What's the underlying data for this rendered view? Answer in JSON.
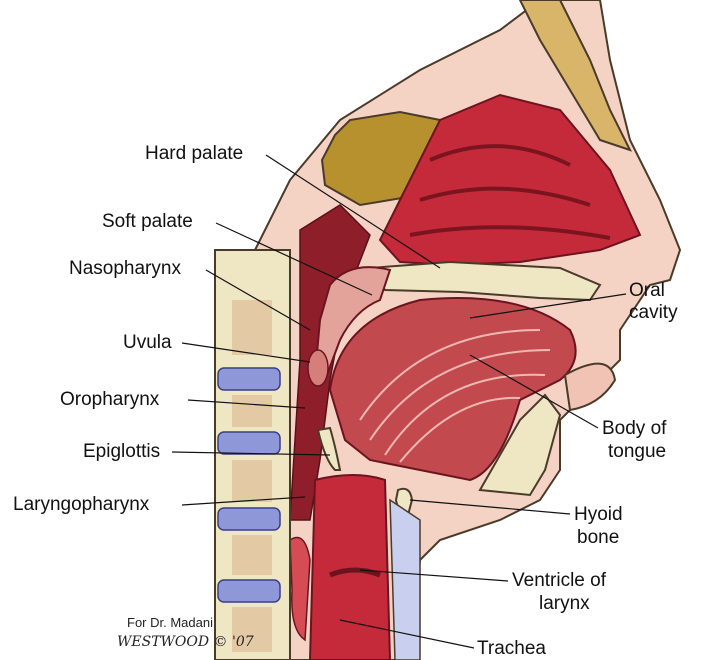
{
  "labels": {
    "hard_palate": "Hard palate",
    "soft_palate": "Soft palate",
    "nasopharynx": "Nasopharynx",
    "uvula": "Uvula",
    "oropharynx": "Oropharynx",
    "epiglottis": "Epiglottis",
    "laryngopharynx": "Laryngopharynx",
    "oral_cavity_1": "Oral",
    "oral_cavity_2": "cavity",
    "body_of_tongue_1": "Body of",
    "body_of_tongue_2": "tongue",
    "hyoid_bone_1": "Hyoid",
    "hyoid_bone_2": "bone",
    "ventricle_of_larynx_1": "Ventricle of",
    "ventricle_of_larynx_2": "larynx",
    "trachea": "Trachea"
  },
  "credit": {
    "line1": "For Dr. Madani",
    "signature": "WESTWOOD © '07"
  },
  "colors": {
    "skin": "#f4d3c4",
    "muscle": "#b8343f",
    "muscle_dark": "#8e1f2a",
    "bone": "#efe7c4",
    "bone_outline": "#4a3a2a",
    "sinus": "#b7912e",
    "disc": "#8e98d8",
    "nasal_cavity": "#c52a3a"
  }
}
